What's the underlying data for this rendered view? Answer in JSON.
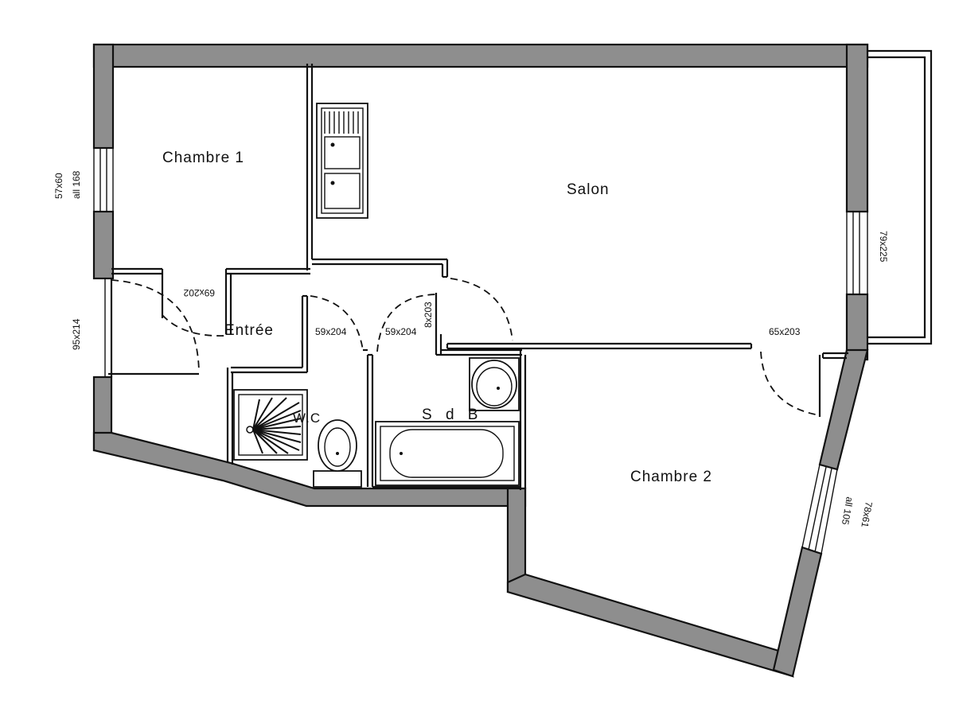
{
  "rooms": {
    "chambre1": "Chambre 1",
    "salon": "Salon",
    "entree": "Entrée",
    "wc": "W.C",
    "sdb": "S d B",
    "chambre2": "Chambre 2"
  },
  "dimensions": {
    "window_chambre1_size": "57x60",
    "window_chambre1_alt": "all 168",
    "entry_door": "95x214",
    "door_chambre1": "69x202",
    "door_wc": "59x204",
    "door_sdb": "59x204",
    "door_salon": "8x203",
    "door_chambre2": "65x203",
    "window_salon": "79x225",
    "window_chambre2_size": "78x61",
    "window_chambre2_alt": "all 105"
  },
  "fixtures": [
    "kitchen-sink",
    "shower-tray",
    "toilet",
    "bathtub",
    "washbasin"
  ]
}
